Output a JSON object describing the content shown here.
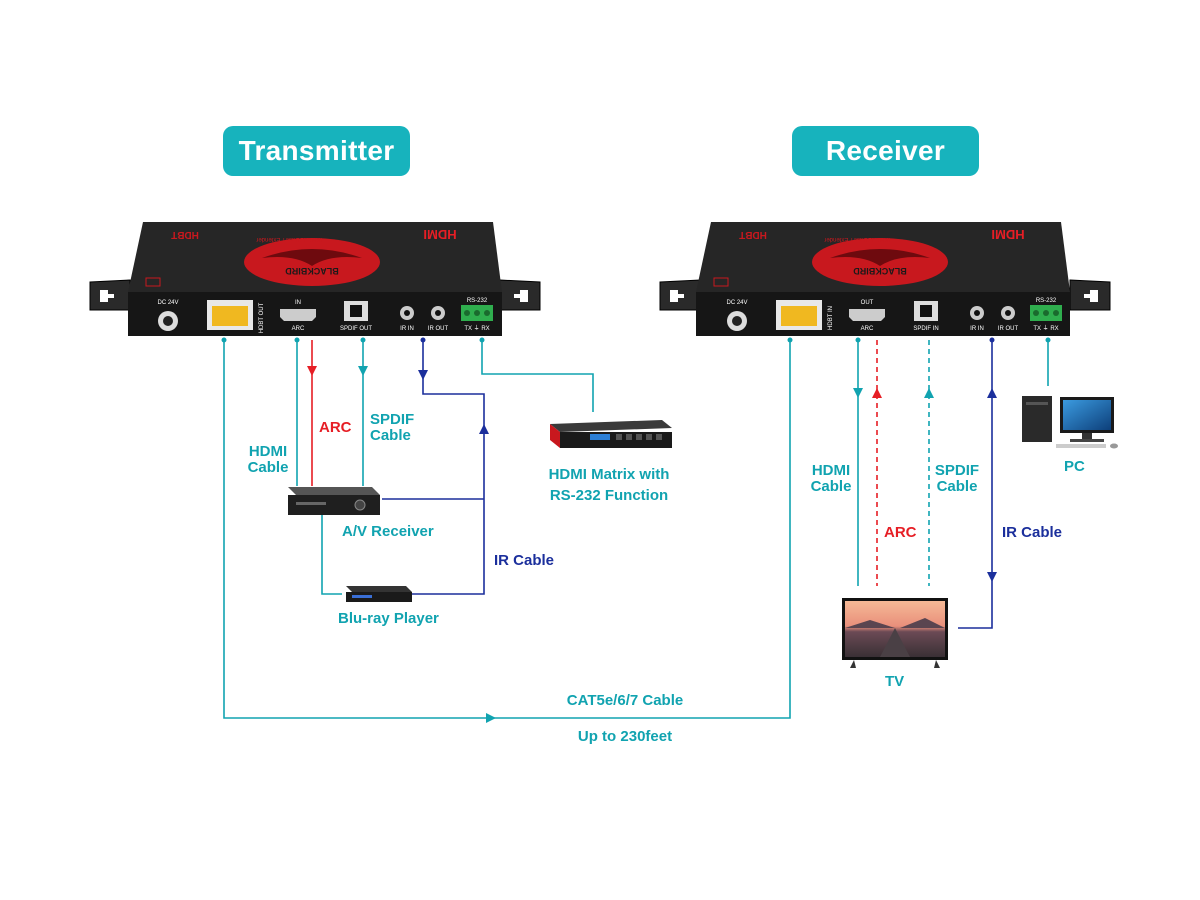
{
  "titles": {
    "transmitter": "Transmitter",
    "receiver": "Receiver"
  },
  "transmitter_ports": {
    "dc": "DC 24V",
    "hdbt": "HDBT OUT",
    "hdmi": "IN",
    "arc": "ARC",
    "spdif": "SPDIF OUT",
    "ir_in": "IR IN",
    "ir_out": "IR OUT",
    "rs232": "RS-232",
    "rs232_pins": "TX ⏚ RX"
  },
  "receiver_ports": {
    "dc": "DC 24V",
    "hdbt": "HDBT IN",
    "hdmi": "OUT",
    "arc": "ARC",
    "spdif": "SPDIF IN",
    "ir_in": "IR IN",
    "ir_out": "IR OUT",
    "rs232": "RS-232",
    "rs232_pins": "TX ⏚ RX"
  },
  "device_branding": {
    "logo": "HDMI",
    "brand": "BLACKBIRD",
    "product": "4K60 HDBaseT Extender",
    "hdbt_logo": "HDBT"
  },
  "labels": {
    "hdmi_cable": [
      "HDMI",
      "Cable"
    ],
    "arc": "ARC",
    "spdif_cable": [
      "SPDIF",
      "Cable"
    ],
    "ir_cable": "IR Cable",
    "av_receiver": "A/V Receiver",
    "bluray": "Blu-ray Player",
    "hdmi_matrix": [
      "HDMI Matrix with",
      "RS-232 Function"
    ],
    "cat_cable": "CAT5e/6/7 Cable",
    "distance": "Up to 230feet",
    "pc": "PC",
    "tv": "TV"
  },
  "colors": {
    "teal": "#11a3b0",
    "title_bg": "#17b3bd",
    "red": "#e61e25",
    "blue": "#1b2f9c",
    "device_body": "#1c1c1c",
    "brand_red": "#c8181e"
  }
}
